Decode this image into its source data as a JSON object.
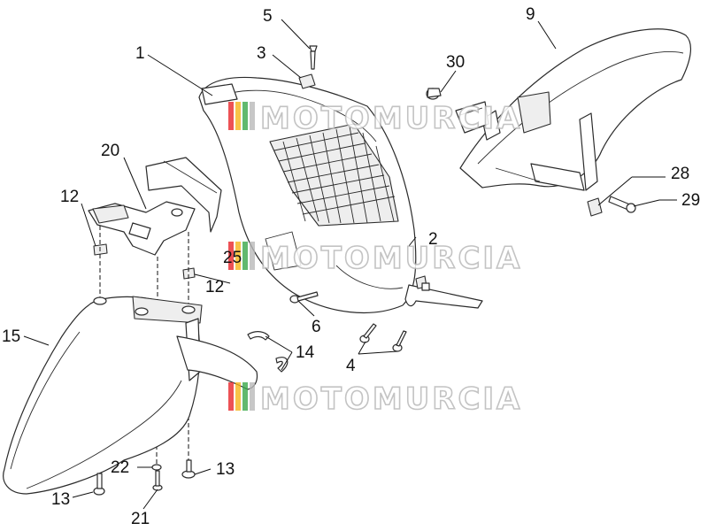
{
  "callouts": [
    {
      "id": "1",
      "label": "1"
    },
    {
      "id": "2",
      "label": "2"
    },
    {
      "id": "3",
      "label": "3"
    },
    {
      "id": "4",
      "label": "4"
    },
    {
      "id": "5",
      "label": "5"
    },
    {
      "id": "6",
      "label": "6"
    },
    {
      "id": "9",
      "label": "9"
    },
    {
      "id": "12a",
      "label": "12"
    },
    {
      "id": "12b",
      "label": "12"
    },
    {
      "id": "13a",
      "label": "13"
    },
    {
      "id": "13b",
      "label": "13"
    },
    {
      "id": "14",
      "label": "14"
    },
    {
      "id": "15",
      "label": "15"
    },
    {
      "id": "20",
      "label": "20"
    },
    {
      "id": "21",
      "label": "21"
    },
    {
      "id": "22",
      "label": "22"
    },
    {
      "id": "25",
      "label": "25"
    },
    {
      "id": "28",
      "label": "28"
    },
    {
      "id": "29",
      "label": "29"
    },
    {
      "id": "30",
      "label": "30"
    }
  ],
  "watermark": {
    "text": "MOTOMURCIA",
    "stripe_colors": [
      "#e8262a",
      "#f6b41a",
      "#3aa84a",
      "#b9b9b9"
    ]
  },
  "colors": {
    "line": "#2b2b2b",
    "background": "#ffffff"
  }
}
